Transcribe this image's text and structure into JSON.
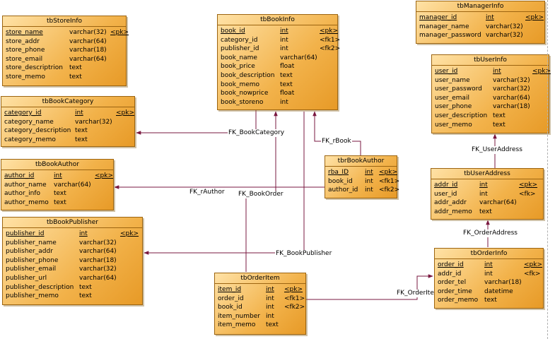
{
  "entities": [
    {
      "id": "tbStoreInfo",
      "title": "tbStoreInfo",
      "columns": [
        {
          "name": "store_name",
          "type": "varchar(32)",
          "key": "<pk>",
          "pk": true
        },
        {
          "name": "store_addr",
          "type": "varchar(64)",
          "key": ""
        },
        {
          "name": "store_phone",
          "type": "varchar(18)",
          "key": ""
        },
        {
          "name": "store_email",
          "type": "varchar(64)",
          "key": ""
        },
        {
          "name": "store_descriptrion",
          "type": "text",
          "key": ""
        },
        {
          "name": "store_memo",
          "type": "text",
          "key": ""
        }
      ]
    },
    {
      "id": "tbBookInfo",
      "title": "tbBookInfo",
      "columns": [
        {
          "name": "book_id",
          "type": "int",
          "key": "<pk>",
          "pk": true
        },
        {
          "name": "category_id",
          "type": "int",
          "key": "<fk1>"
        },
        {
          "name": "publisher_id",
          "type": "int",
          "key": "<fk2>"
        },
        {
          "name": "book_name",
          "type": "varchar(64)",
          "key": ""
        },
        {
          "name": "book_price",
          "type": "float",
          "key": ""
        },
        {
          "name": "book_description",
          "type": "text",
          "key": ""
        },
        {
          "name": "book_memo",
          "type": "text",
          "key": ""
        },
        {
          "name": "book_nowprice",
          "type": "float",
          "key": ""
        },
        {
          "name": "book_storeno",
          "type": "int",
          "key": ""
        }
      ]
    },
    {
      "id": "tbManagerInfo",
      "title": "tbManagerInfo",
      "columns": [
        {
          "name": "manager_id",
          "type": "int",
          "key": "<pk>",
          "pk": true
        },
        {
          "name": "manager_name",
          "type": "varchar(32)",
          "key": ""
        },
        {
          "name": "manager_password",
          "type": "varchar(32)",
          "key": ""
        }
      ]
    },
    {
      "id": "tbUserInfo",
      "title": "tbUserInfo",
      "columns": [
        {
          "name": "user_id",
          "type": "int",
          "key": "<pk>",
          "pk": true
        },
        {
          "name": "user_name",
          "type": "varchar(32)",
          "key": ""
        },
        {
          "name": "user_password",
          "type": "varchar(32)",
          "key": ""
        },
        {
          "name": "user_email",
          "type": "varchar(64)",
          "key": ""
        },
        {
          "name": "user_phone",
          "type": "varchar(18)",
          "key": ""
        },
        {
          "name": "user_description",
          "type": "text",
          "key": ""
        },
        {
          "name": "user_memo",
          "type": "text",
          "key": ""
        }
      ]
    },
    {
      "id": "tbBookCategory",
      "title": "tbBookCategory",
      "columns": [
        {
          "name": "category_id",
          "type": "int",
          "key": "<pk>",
          "pk": true
        },
        {
          "name": "category_name",
          "type": "varchar(32)",
          "key": ""
        },
        {
          "name": "category_description",
          "type": "text",
          "key": ""
        },
        {
          "name": "category_memo",
          "type": "text",
          "key": ""
        }
      ]
    },
    {
      "id": "tbBookAuthor",
      "title": "tbBookAuthor",
      "columns": [
        {
          "name": "author_id",
          "type": "int",
          "key": "<pk>",
          "pk": true
        },
        {
          "name": "author_name",
          "type": "varchar(64)",
          "key": ""
        },
        {
          "name": "author_info",
          "type": "text",
          "key": ""
        },
        {
          "name": "author_memo",
          "type": "text",
          "key": ""
        }
      ]
    },
    {
      "id": "tbrBookAuthor",
      "title": "tbrBookAuthor",
      "columns": [
        {
          "name": "rba_ID",
          "type": "int",
          "key": "<pk>",
          "pk": true,
          "uline": true
        },
        {
          "name": "book_id",
          "type": "int",
          "key": "<fk1>"
        },
        {
          "name": "author_id",
          "type": "int",
          "key": "<fk2>"
        }
      ]
    },
    {
      "id": "tbUserAddress",
      "title": "tbUserAddress",
      "columns": [
        {
          "name": "addr_id",
          "type": "int",
          "key": "<pk>",
          "pk": true
        },
        {
          "name": "user_id",
          "type": "int",
          "key": "<fk>"
        },
        {
          "name": "addr_addr",
          "type": "varchar(64)",
          "key": ""
        },
        {
          "name": "addr_memo",
          "type": "text",
          "key": ""
        }
      ]
    },
    {
      "id": "tbBookPublisher",
      "title": "tbBookPublisher",
      "columns": [
        {
          "name": "publisher_id",
          "type": "int",
          "key": "<pk>",
          "pk": true
        },
        {
          "name": "publisher_name",
          "type": "varchar(32)",
          "key": ""
        },
        {
          "name": "publisher_addr",
          "type": "varchar(64)",
          "key": ""
        },
        {
          "name": "publisher_phone",
          "type": "varchar(18)",
          "key": ""
        },
        {
          "name": "publisher_email",
          "type": "varchar(32)",
          "key": ""
        },
        {
          "name": "publisher_url",
          "type": "varchar(64)",
          "key": ""
        },
        {
          "name": "publisher_description",
          "type": "text",
          "key": ""
        },
        {
          "name": "publisher_memo",
          "type": "text",
          "key": ""
        }
      ]
    },
    {
      "id": "tbOrderInfo",
      "title": "tbOrderInfo",
      "columns": [
        {
          "name": "order_id",
          "type": "int",
          "key": "<pk>",
          "pk": true
        },
        {
          "name": "addr_id",
          "type": "int",
          "key": "<fk>"
        },
        {
          "name": "order_tel",
          "type": "varchar(18)",
          "key": ""
        },
        {
          "name": "order_time",
          "type": "datetime",
          "key": ""
        },
        {
          "name": "order_memo",
          "type": "text",
          "key": ""
        }
      ]
    },
    {
      "id": "tbOrderItem",
      "title": "tbOrderItem",
      "columns": [
        {
          "name": "item_id",
          "type": "int",
          "key": "<pk>",
          "pk": true
        },
        {
          "name": "order_id",
          "type": "int",
          "key": "<fk1>"
        },
        {
          "name": "book_id",
          "type": "int",
          "key": "<fk2>"
        },
        {
          "name": "item_number",
          "type": "int",
          "key": ""
        },
        {
          "name": "item_memo",
          "type": "text",
          "key": ""
        }
      ]
    }
  ],
  "relationships": [
    {
      "id": "fk-bookcategory",
      "label": "FK_BookCategory"
    },
    {
      "id": "fk-rbook",
      "label": "FK_rBook"
    },
    {
      "id": "fk-userAddress",
      "label": "FK_UserAddress"
    },
    {
      "id": "fk-rauthor",
      "label": "FK_rAuthor"
    },
    {
      "id": "fk-bookorder",
      "label": "FK_BookOrder"
    },
    {
      "id": "fk-orderAddress",
      "label": "FK_OrderAddress"
    },
    {
      "id": "fk-bookpublisher",
      "label": "FK_BookPublisher"
    },
    {
      "id": "fk-orderitem",
      "label": "FK_OrderIte"
    }
  ],
  "colors": {
    "line": "#7a1840",
    "border": "#9c6410",
    "fill_light": "#ffe2a6",
    "fill_dark": "#e79a27"
  }
}
